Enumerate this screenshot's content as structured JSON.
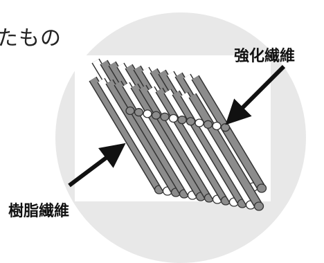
{
  "caption": "たもの",
  "labels": {
    "reinforcing_fiber": "強化繊維",
    "resin_fiber": "樹脂繊維"
  },
  "colors": {
    "background_circle": "#e8e8e8",
    "reinforcing_fiber_fill": "#8c8c8c",
    "resin_fiber_fill": "#ffffff",
    "outline": "#333333"
  }
}
